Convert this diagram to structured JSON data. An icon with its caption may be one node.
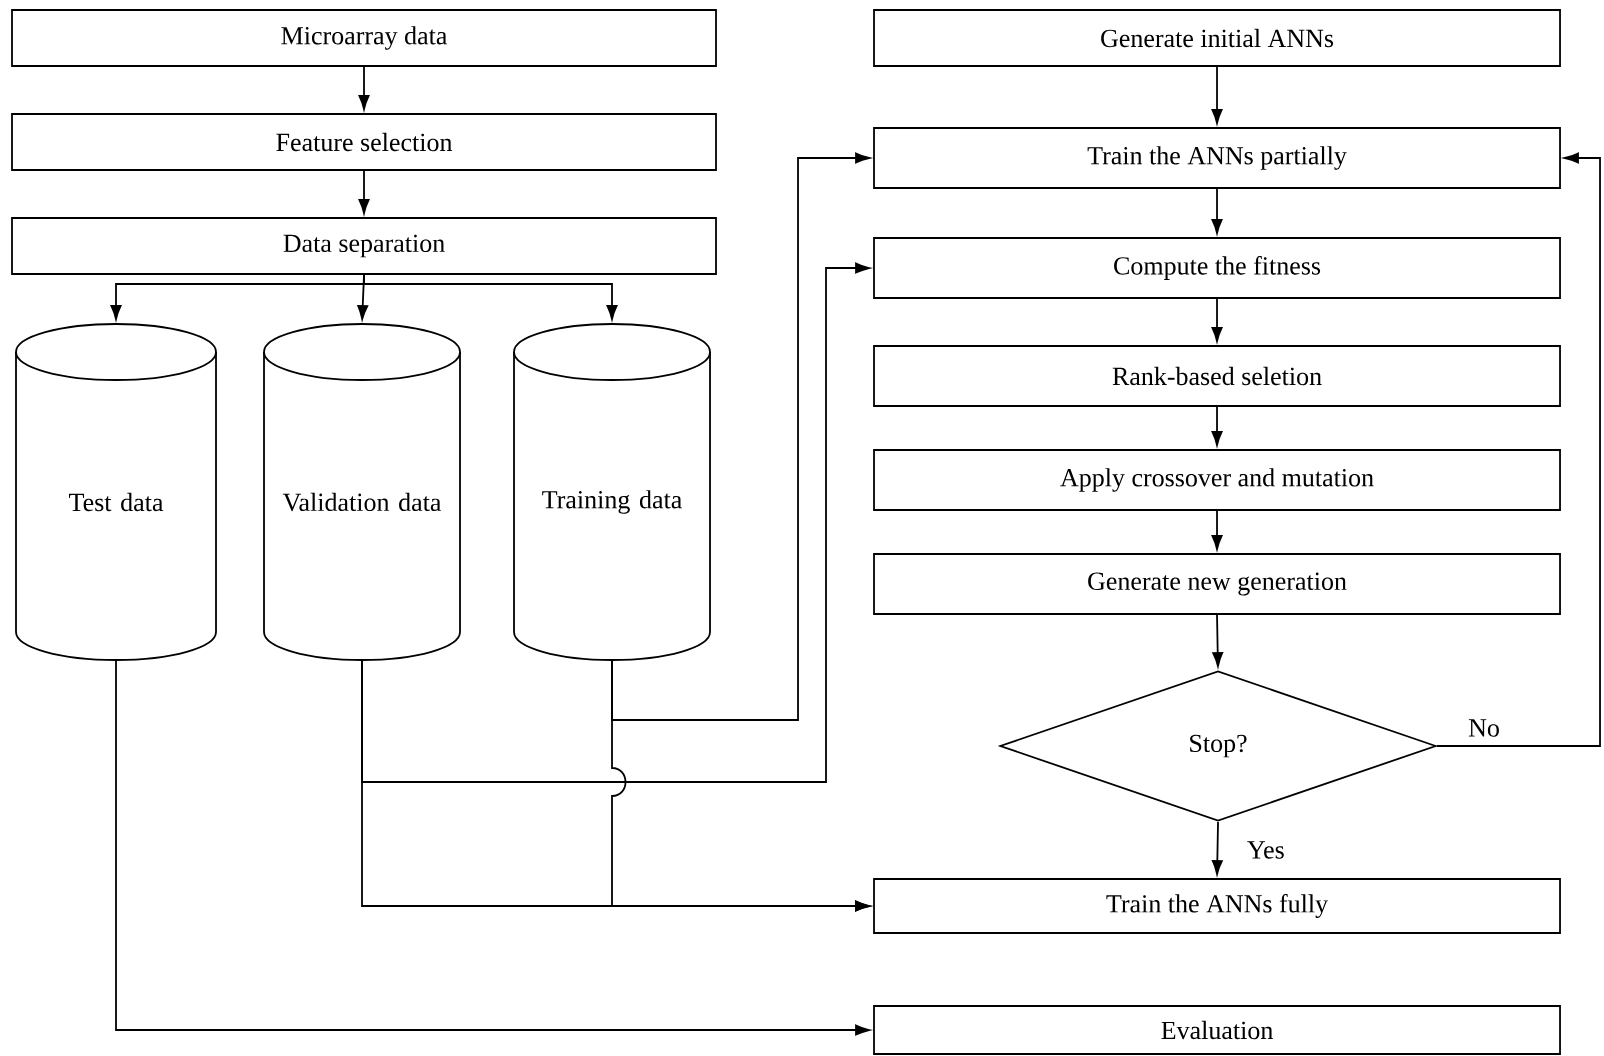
{
  "diagram": {
    "nodes": [
      {
        "text": [
          "Microarray data"
        ]
      },
      {
        "text": [
          "Feature selection"
        ]
      },
      {
        "text": [
          "Data separation"
        ]
      },
      {
        "text": [
          "Test data"
        ]
      },
      {
        "text": [
          "Validation data"
        ]
      },
      {
        "text": [
          "Training data"
        ]
      },
      {
        "text": [
          "Generate initial ANNs"
        ]
      },
      {
        "text": [
          "Train the ANNs partially"
        ]
      },
      {
        "text": [
          "Compute the fitness"
        ]
      },
      {
        "text": [
          "Rank-based seletion"
        ]
      },
      {
        "text": [
          "Apply crossover and mutation"
        ]
      },
      {
        "text": [
          "Generate new generation"
        ]
      },
      {
        "text": [
          "Stop?"
        ]
      },
      {
        "text": [
          "Train the ANNs fully"
        ]
      },
      {
        "text": [
          "Evaluation"
        ]
      }
    ],
    "edges": [
      {
        "from": 0,
        "to": 1,
        "arrow": "to"
      },
      {
        "from": 1,
        "to": 2,
        "arrow": "to"
      },
      {
        "from": 2,
        "to": 3,
        "arrow": "to"
      },
      {
        "from": 2,
        "to": 4,
        "arrow": "to"
      },
      {
        "from": 2,
        "to": 5,
        "arrow": "to"
      },
      {
        "from": 6,
        "to": 7,
        "arrow": "to"
      },
      {
        "from": 7,
        "to": 8,
        "arrow": "to"
      },
      {
        "from": 8,
        "to": 9,
        "arrow": "to"
      },
      {
        "from": 9,
        "to": 10,
        "arrow": "to"
      },
      {
        "from": 10,
        "to": 11,
        "arrow": "to"
      },
      {
        "from": 11,
        "to": 12,
        "arrow": "to"
      },
      {
        "from": 12,
        "to": 13,
        "arrow": "to",
        "label": "Yes"
      },
      {
        "from": 12,
        "to": 7,
        "arrow": "to",
        "label": "No"
      },
      {
        "from": 5,
        "to": 7,
        "arrow": "to"
      },
      {
        "from": 4,
        "to": 8,
        "arrow": "to"
      },
      {
        "from": 4,
        "to": 13,
        "arrow": "to"
      },
      {
        "from": 5,
        "to": 13,
        "arrow": "to"
      },
      {
        "from": 3,
        "to": 14,
        "arrow": "to"
      }
    ]
  }
}
